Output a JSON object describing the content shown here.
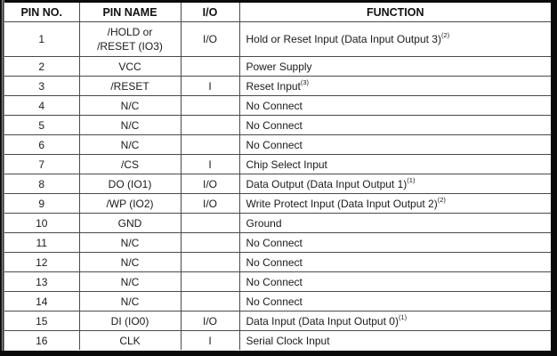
{
  "table": {
    "headers": {
      "pin_no": "PIN NO.",
      "pin_name": "PIN NAME",
      "io": "I/O",
      "function": "FUNCTION"
    },
    "rows": [
      {
        "pin": "1",
        "name_line1": "/HOLD or",
        "name_line2": "/RESET (IO3)",
        "io": "I/O",
        "function": "Hold or Reset Input (Data Input Output 3)",
        "note": "(2)"
      },
      {
        "pin": "2",
        "name": "VCC",
        "io": "",
        "function": "Power Supply",
        "note": ""
      },
      {
        "pin": "3",
        "name": "/RESET",
        "io": "I",
        "function": "Reset Input",
        "note": "(3)"
      },
      {
        "pin": "4",
        "name": "N/C",
        "io": "",
        "function": "No Connect",
        "note": ""
      },
      {
        "pin": "5",
        "name": "N/C",
        "io": "",
        "function": "No Connect",
        "note": ""
      },
      {
        "pin": "6",
        "name": "N/C",
        "io": "",
        "function": "No Connect",
        "note": ""
      },
      {
        "pin": "7",
        "name": "/CS",
        "io": "I",
        "function": "Chip Select Input",
        "note": ""
      },
      {
        "pin": "8",
        "name": "DO (IO1)",
        "io": "I/O",
        "function": "Data Output (Data Input Output 1)",
        "note": "(1)"
      },
      {
        "pin": "9",
        "name": "/WP (IO2)",
        "io": "I/O",
        "function": "Write Protect Input (Data Input Output 2)",
        "note": "(2)"
      },
      {
        "pin": "10",
        "name": "GND",
        "io": "",
        "function": "Ground",
        "note": ""
      },
      {
        "pin": "11",
        "name": "N/C",
        "io": "",
        "function": "No Connect",
        "note": ""
      },
      {
        "pin": "12",
        "name": "N/C",
        "io": "",
        "function": "No Connect",
        "note": ""
      },
      {
        "pin": "13",
        "name": "N/C",
        "io": "",
        "function": "No Connect",
        "note": ""
      },
      {
        "pin": "14",
        "name": "N/C",
        "io": "",
        "function": "No Connect",
        "note": ""
      },
      {
        "pin": "15",
        "name": "DI (IO0)",
        "io": "I/O",
        "function": "Data Input (Data Input Output 0)",
        "note": "(1)"
      },
      {
        "pin": "16",
        "name": "CLK",
        "io": "I",
        "function": "Serial Clock Input",
        "note": ""
      }
    ]
  },
  "colors": {
    "frame": "#0a0a0a",
    "grid_line": "#4a4a4a",
    "text": "#1a1a1a",
    "background": "#ffffff"
  }
}
